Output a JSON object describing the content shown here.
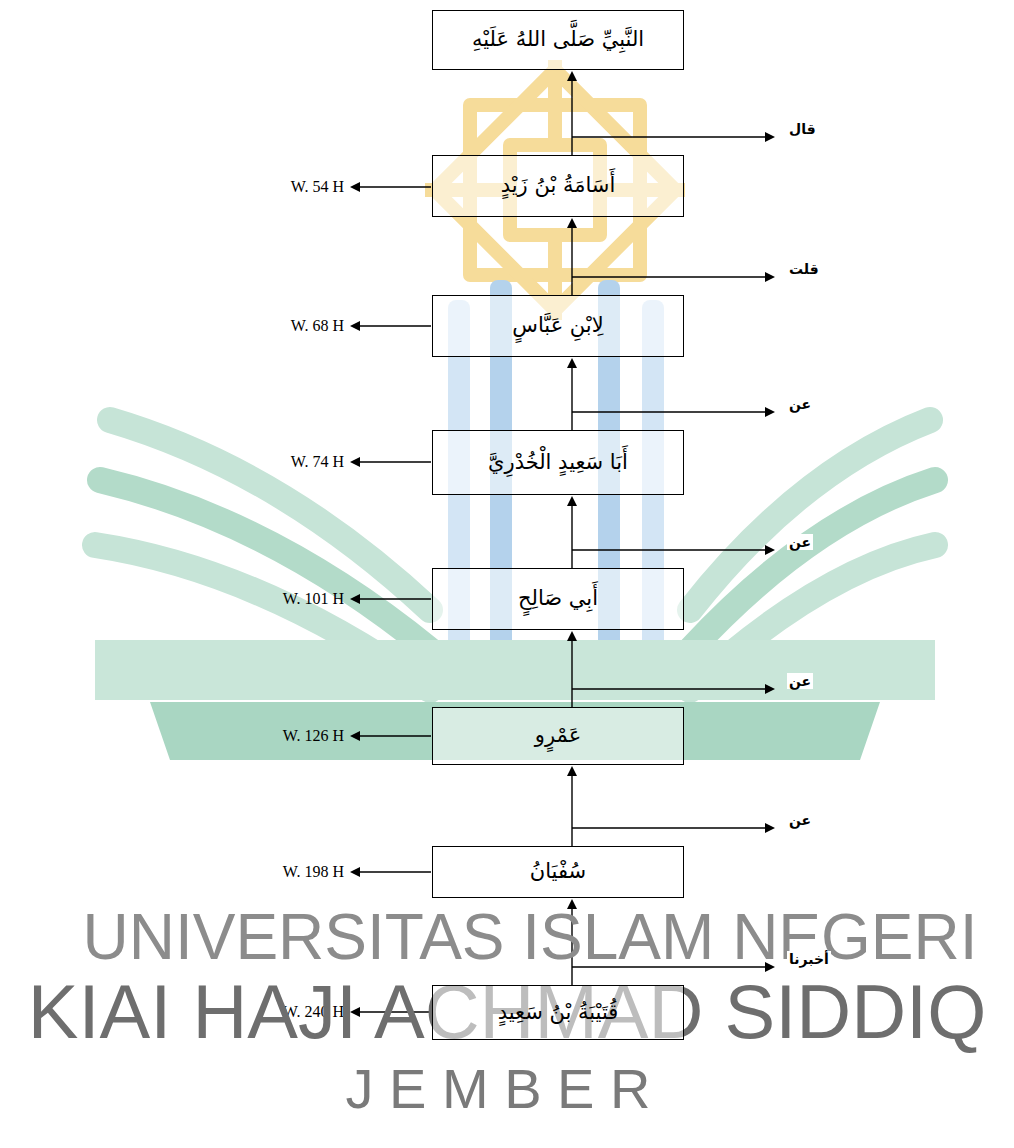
{
  "diagram": {
    "nodes": [
      {
        "text": [
          "النَّبِيِّ صَلَّى اللهُ عَلَيْهِ"
        ]
      },
      {
        "text": [
          "أَسَامَةُ بْنُ زَيْدٍ"
        ]
      },
      {
        "text": [
          "لِابْنِ عَبَّاسٍ"
        ]
      },
      {
        "text": [
          "أَبَا سَعِيدٍ الْخُدْرِيَّ"
        ]
      },
      {
        "text": [
          "أَبِي صَالِحٍ"
        ]
      },
      {
        "text": [
          "عَمْرٍو"
        ]
      },
      {
        "text": [
          "سُفْيَانُ"
        ]
      },
      {
        "text": [
          "قُتَيْبَةُ بْنُ سَعِيدٍ"
        ]
      }
    ],
    "edges": [
      {
        "from": 1,
        "to": 0,
        "arrow": "to",
        "label": "قال"
      },
      {
        "from": 2,
        "to": 1,
        "arrow": "to",
        "label": "قلت"
      },
      {
        "from": 3,
        "to": 2,
        "arrow": "to",
        "label": "عن"
      },
      {
        "from": 4,
        "to": 3,
        "arrow": "to",
        "label": "عن"
      },
      {
        "from": 5,
        "to": 4,
        "arrow": "to",
        "label": "عن"
      },
      {
        "from": 6,
        "to": 5,
        "arrow": "to",
        "label": "عن"
      },
      {
        "from": 7,
        "to": 6,
        "arrow": "to",
        "label": "أخبرنا"
      }
    ],
    "labels": [
      "W. 54 H",
      "W. 68 H",
      "W. 74 H",
      "W. 101 H",
      "W. 126 H",
      "W. 198 H",
      "W. 240 H",
      "UNIVERSITAS ISLAM NEGERI",
      "KIAI HAJI ACHMAD SIDDIQ",
      "J E M B E R"
    ]
  }
}
